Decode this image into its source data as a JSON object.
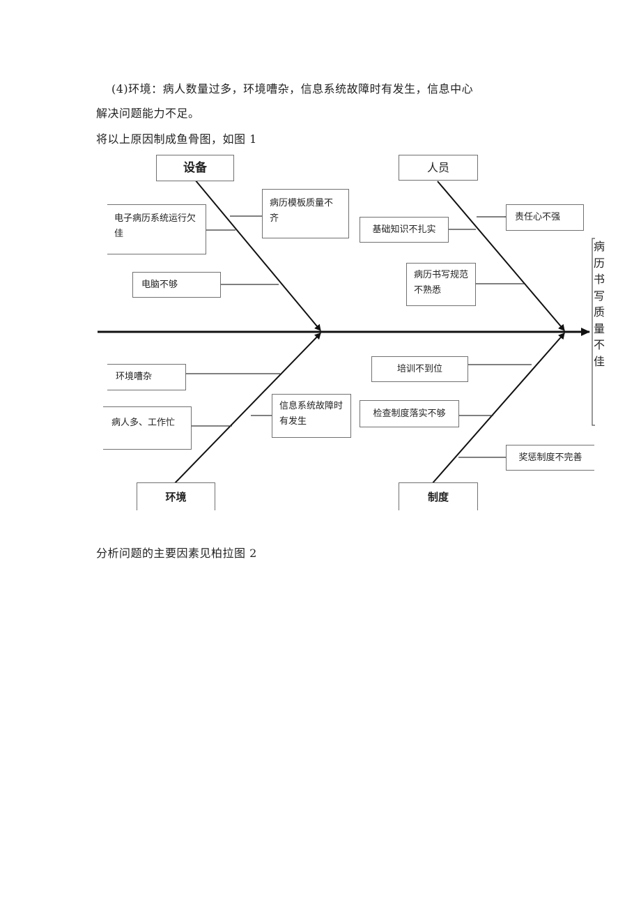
{
  "paragraphs": {
    "env_line1": "(4)环境：病人数量过多，环境嘈杂，信息系统故障时有发生，信息中心",
    "env_line2": "解决问题能力不足。",
    "fishbone_intro": "将以上原因制成鱼骨图，如图 1",
    "pareto_intro": "分析问题的主要因素见柏拉图 2"
  },
  "fishbone": {
    "categories": {
      "equipment": "设备",
      "personnel": "人员",
      "environment": "环境",
      "system": "制度"
    },
    "effect": "病历书写质量不佳",
    "causes": {
      "emr_system": "电子病历系统运行欠佳",
      "template_quality": "病历模板质量不齐",
      "computers": "电脑不够",
      "responsibility": "责任心不强",
      "basic_knowledge": "基础知识不扎实",
      "writing_norms": "病历书写规范不熟悉",
      "noisy_env": "环境嘈杂",
      "busy_work": "病人多、工作忙",
      "info_system_fault": "信息系统故障时有发生",
      "training": "培训不到位",
      "inspection": "检查制度落实不够",
      "reward_punish": "奖惩制度不完善"
    }
  }
}
